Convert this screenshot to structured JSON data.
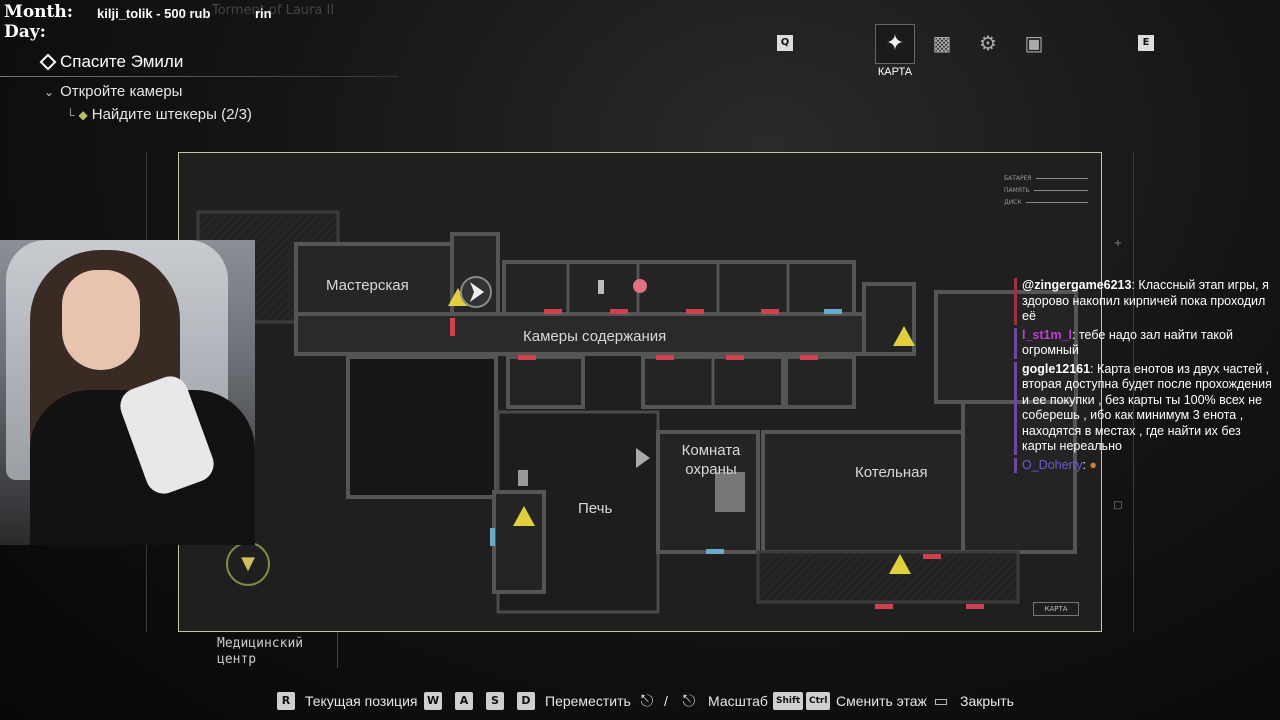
{
  "overlay": {
    "month_label": "Month:",
    "day_label": "Day:",
    "donation": "kilji_tolik - 500 rub",
    "donation_user": "rin",
    "faded_title": "Torment of Laura II"
  },
  "objectives": {
    "main": "Спасите Эмили",
    "sub": "Откройте камеры",
    "sub2": "Найдите штекеры (2/3)"
  },
  "tabs": {
    "left_key": "Q",
    "right_key": "E",
    "active_label": "КАРТА",
    "icons": [
      "compass-icon",
      "car-icon",
      "gears-icon",
      "chair-icon"
    ]
  },
  "map": {
    "rooms": {
      "workshop": "Мастерская",
      "cells": "Камеры содержания",
      "guard_room": "Комната охраны",
      "boiler": "Котельная",
      "furnace": "Печь"
    },
    "status": [
      "БАТАРЕЯ",
      "ПАМЯТЬ",
      "ДИСК"
    ],
    "map_button": "КАРТА",
    "area_name_line1": "Медицинский",
    "area_name_line2": "центр"
  },
  "chat": [
    {
      "name": "@zingergame6213",
      "text": ": Классный этап игры, я здорово накопил кирпичей пока проходил её",
      "color": "#ffffff"
    },
    {
      "name": "l_st1m_l",
      "text": ": тебе надо зал найти такой огромный",
      "color": "#c03cd8"
    },
    {
      "name": "gogle12161",
      "text": ": Карта енотов из двух частей , вторая доступна будет после прохождения и ее покупки , без карты ты 100% всех не соберешь , ибо как минимум 3 енота , находятся в местах , где найти их без карты нереально",
      "color": "#ffffff"
    },
    {
      "name": "O_Doherty",
      "text": ":",
      "color": "#6a5acd"
    }
  ],
  "hints": {
    "r_key": "R",
    "r_text": "Текущая позиция",
    "w": "W",
    "a": "A",
    "s": "S",
    "d": "D",
    "move_text": "Переместить",
    "slash": "/",
    "zoom_text": "Масштаб",
    "shift_key": "Shift",
    "ctrl_key": "Ctrl",
    "floor_text": "Сменить этаж",
    "close_text": "Закрыть"
  },
  "colors": {
    "door_locked": "#d04050",
    "door_open": "#6aaac8",
    "hazard": "#e0d040",
    "frame": "#c8c4a0"
  }
}
